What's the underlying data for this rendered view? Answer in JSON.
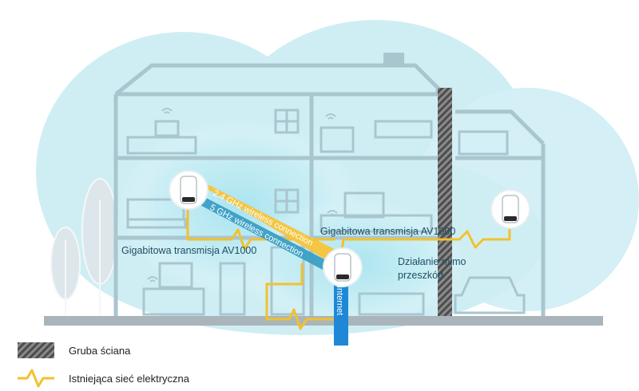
{
  "diagram": {
    "labels": {
      "gigabit_left": "Gigabitowa transmisja AV1000",
      "gigabit_right": "Gigabitowa transmisja AV1000",
      "obstacle_line1": "Działanie mimo",
      "obstacle_line2": "przeszkód",
      "band_24": "2.4 GHz wireless connection",
      "band_5": "5 GHz wireless connection",
      "internet": "Internet"
    },
    "legend": {
      "thick_wall": "Gruba ściana",
      "power_line": "Istniejąca sieć elektryczna"
    },
    "colors": {
      "band_24": "#f5c43a",
      "band_5": "#3a9fc4",
      "power_line": "#f2c12e",
      "internet": "#1e88d6",
      "wall": "#6d6d6d",
      "house": "#bcd7df",
      "cloud": "#bfe8f0"
    },
    "icons": [
      "wifi-icon",
      "power-line-icon",
      "thick-wall-icon",
      "mesh-unit-icon"
    ]
  }
}
